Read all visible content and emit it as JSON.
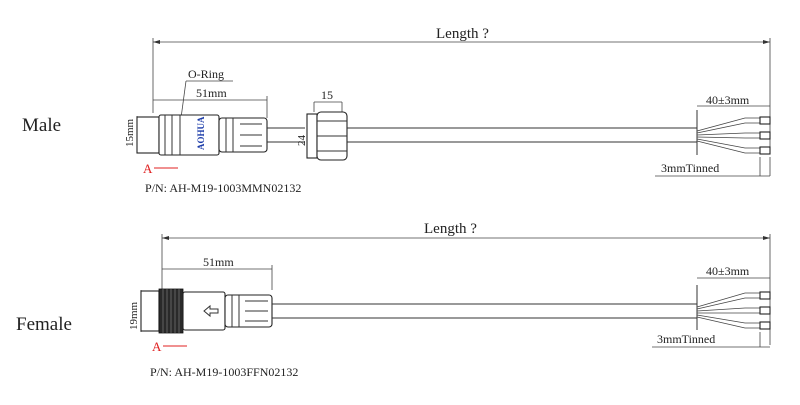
{
  "male": {
    "label": "Male",
    "length_label": "Length ?",
    "oring_label": "O-Ring",
    "dim_51": "51mm",
    "dim_15_top": "15",
    "dim_15_side": "15mm",
    "dim_24": "24",
    "dim_40": "40±3mm",
    "tinned": "3mmTinned",
    "view_a": "A",
    "part_number": "P/N: AH-M19-1003MMN02132",
    "logo_text": "AOHUA"
  },
  "female": {
    "label": "Female",
    "length_label": "Length ?",
    "dim_51": "51mm",
    "dim_19_side": "19mm",
    "dim_40": "40±3mm",
    "tinned": "3mmTinned",
    "view_a": "A",
    "part_number": "P/N: AH-M19-1003FFN02132"
  },
  "colors": {
    "accent_red": "#e02020",
    "logo_blue": "#1a3aa8"
  }
}
